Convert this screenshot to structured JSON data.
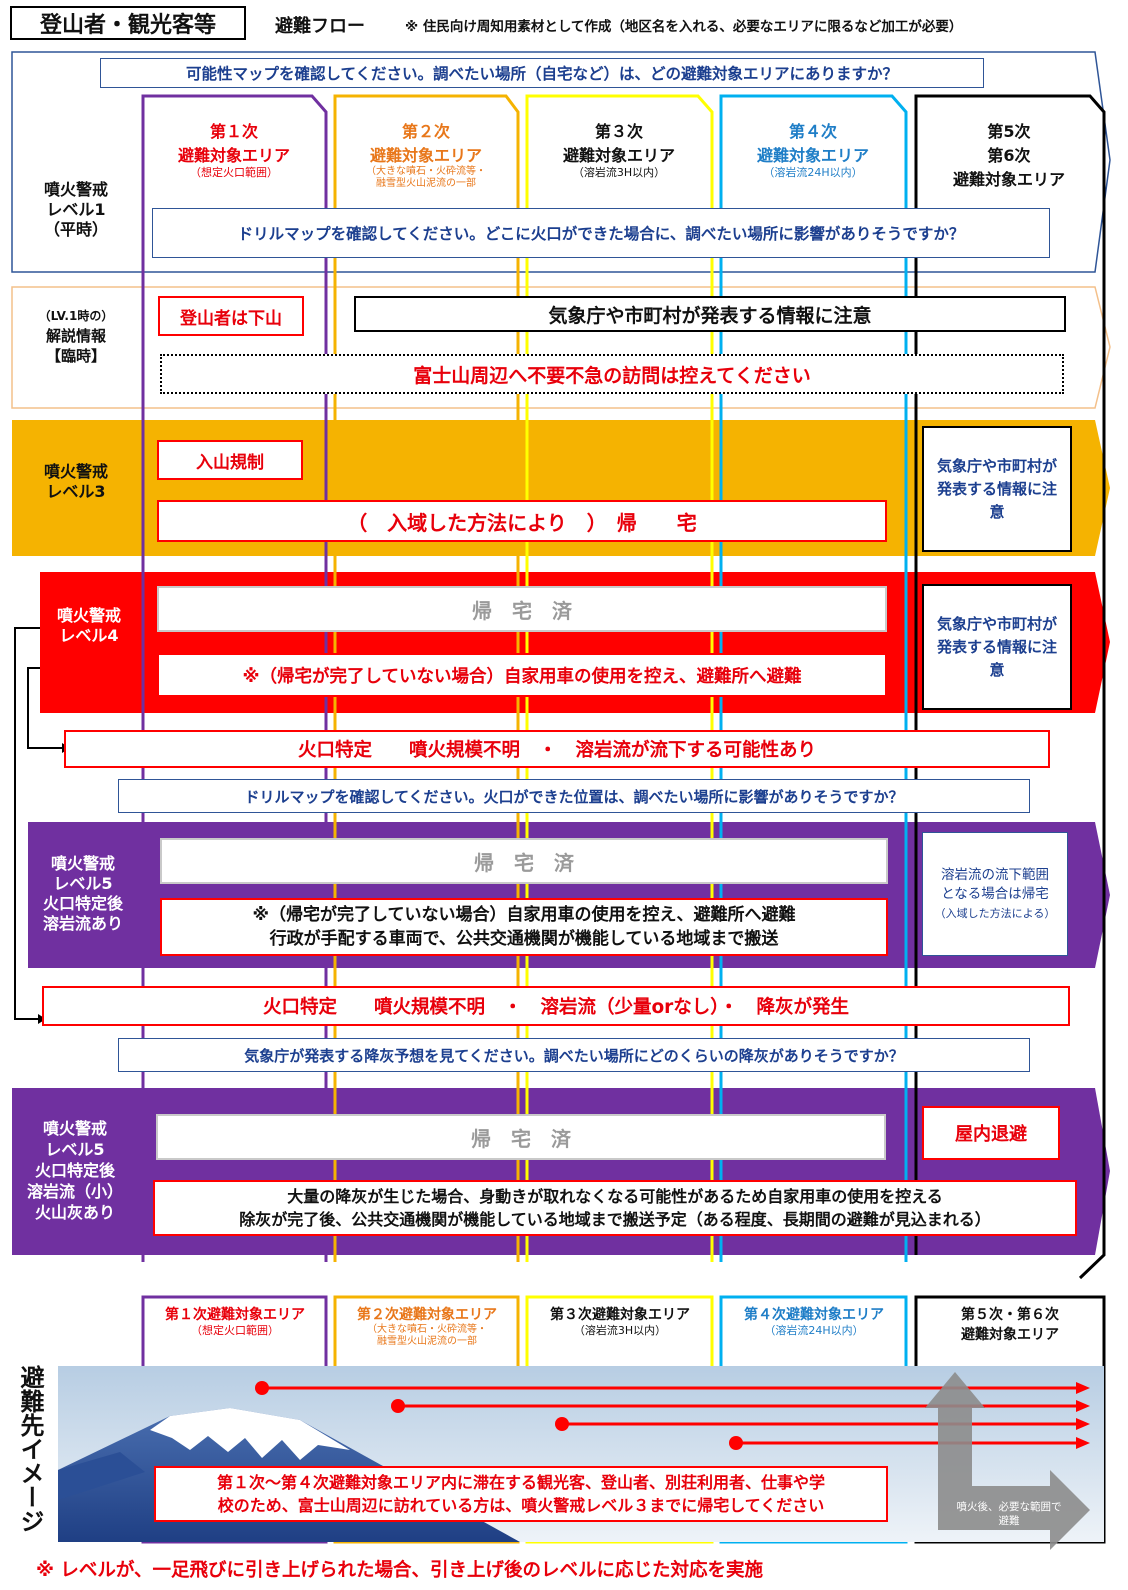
{
  "header": {
    "title": "登山者・観光客等",
    "subtitle": "避難フロー",
    "note": "※ 住民向け周知用素材として作成（地区名を入れる、必要なエリアに限るなど加工が必要）"
  },
  "colors": {
    "purple": "#7030a0",
    "orange": "#f5b301",
    "yellow": "#ffff00",
    "lightblue": "#00b0f0",
    "black": "#000000",
    "red": "#ff0000",
    "navy": "#1c3f8f"
  },
  "lv1": {
    "possibility_note": "可能性マップを確認してください。調べたい場所（自宅など）は、どの避難対象エリアにありますか？",
    "label": [
      "噴火警戒",
      "レベル1",
      "（平時）"
    ],
    "drill_note": "ドリルマップを確認してください。どこに火口ができた場合に、調べたい場所に影響がありそうですか？"
  },
  "areas": [
    {
      "line1": "第１次",
      "line2": "避難対象エリア",
      "sub": "（想定火口範囲）"
    },
    {
      "line1": "第２次",
      "line2": "避難対象エリア",
      "sub": "（大きな噴石・火砕流等・",
      "sub2": "融雪型火山泥流の一部"
    },
    {
      "line1": "第３次",
      "line2": "避難対象エリア",
      "sub": "（溶岩流3H以内）"
    },
    {
      "line1": "第４次",
      "line2": "避難対象エリア",
      "sub": "（溶岩流24H以内）"
    },
    {
      "line1": "第5次",
      "line2": "第6次",
      "line3": "避難対象エリア"
    }
  ],
  "explain": {
    "label": [
      "（LV.1時の）",
      "解説情報",
      "【臨時】"
    ],
    "climbers_descend": "登山者は下山",
    "watch_info": "気象庁や市町村が発表する情報に注意",
    "refrain_visit": "富士山周辺へ不要不急の訪問は控えてください"
  },
  "lv3": {
    "label": [
      "噴火警戒",
      "レベル3"
    ],
    "entry_restriction": "入山規制",
    "return_home": "（　入域した方法により　）　帰　　宅",
    "right_note": "気象庁や市町村が発表する情報に注意"
  },
  "lv4": {
    "label": [
      "噴火警戒",
      "レベル4"
    ],
    "returned": "帰　宅　済",
    "note": "※（帰宅が完了していない場合）自家用車の使用を控え、避難所へ避難",
    "right_note": "気象庁や市町村が発表する情報に注意"
  },
  "crater1": {
    "banner": "火口特定　　噴火規模不明　・　溶岩流が流下する可能性あり",
    "drill_note": "ドリルマップを確認してください。火口ができた位置は、調べたい場所に影響がありそうですか？"
  },
  "lv5a": {
    "label": [
      "噴火警戒",
      "レベル5",
      "火口特定後",
      "溶岩流あり"
    ],
    "returned": "帰　宅　済",
    "note1": "※（帰宅が完了していない場合）自家用車の使用を控え、避難所へ避難",
    "note2": "行政が手配する車両で、公共交通機関が機能している地域まで搬送",
    "right_note": [
      "溶岩流の流下範囲",
      "となる場合は帰宅",
      "（入域した方法による）"
    ]
  },
  "crater2": {
    "banner": "火口特定　　噴火規模不明　・　溶岩流（少量orなし）・　降灰が発生",
    "ash_note": "気象庁が発表する降灰予想を見てください。調べたい場所にどのくらいの降灰がありそうですか？"
  },
  "lv5b": {
    "label": [
      "噴火警戒",
      "レベル5",
      "火口特定後",
      "溶岩流（小）",
      "火山灰あり"
    ],
    "returned": "帰　宅　済",
    "shelter": "屋内退避",
    "note1": "大量の降灰が生じた場合、身動きが取れなくなる可能性があるため自家用車の使用を控える",
    "note2": "除灰が完了後、公共交通機関が機能している地域まで搬送予定（ある程度、長期間の避難が見込まれる）"
  },
  "bottom": {
    "side_label": "避難先イメージ",
    "areas": [
      {
        "title": "第１次避難対象エリア",
        "sub": "（想定火口範囲）"
      },
      {
        "title": "第２次避難対象エリア",
        "sub": "（大きな噴石・火砕流等・",
        "sub2": "融雪型火山泥流の一部"
      },
      {
        "title": "第３次避難対象エリア",
        "sub": "（溶岩流3H以内）"
      },
      {
        "title": "第４次避難対象エリア",
        "sub": "（溶岩流24H以内）"
      },
      {
        "title": "第５次・第６次",
        "sub": "避難対象エリア"
      }
    ],
    "message1": "第１次～第４次避難対象エリア内に滞在する観光客、登山者、別荘利用者、仕事や学",
    "message2": "校のため、富士山周辺に訪れている方は、噴火警戒レベル３までに帰宅してください",
    "arrow_note1": "噴火後、必要な範囲で",
    "arrow_note2": "避難"
  },
  "footer": {
    "note": "※ レベルが、一足飛びに引き上げられた場合、引き上げ後のレベルに応じた対応を実施"
  }
}
